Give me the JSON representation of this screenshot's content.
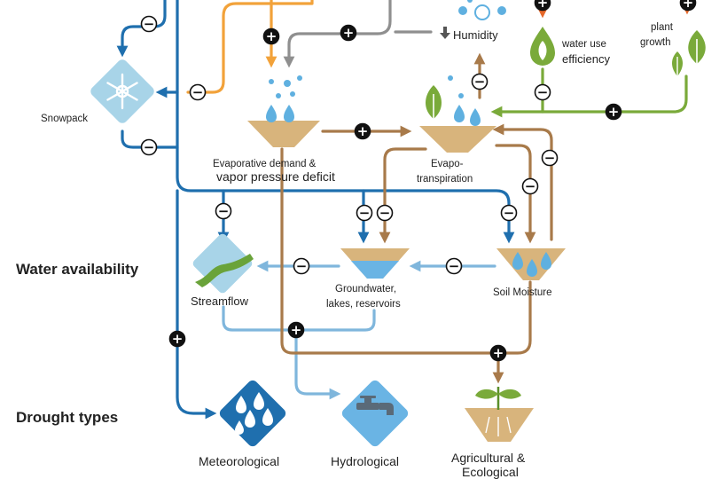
{
  "colors": {
    "blue": "#1f6fae",
    "light_blue": "#7fb6dc",
    "orange": "#f2a23a",
    "gray": "#8f8f8f",
    "brown": "#a87a4a",
    "green": "#7aaa3a",
    "dark_orange": "#e6682a",
    "tan": "#d8b47c",
    "water": "#2f8fce"
  },
  "sections": {
    "water_availability": "Water availability",
    "drought_types": "Drought types"
  },
  "nodes": {
    "snowpack": "Snowpack",
    "humidity": "Humidity",
    "water_use_1": "water use",
    "water_use_2": "efficiency",
    "plant_growth_1": "plant",
    "plant_growth_2": "growth",
    "evap_demand_1": "Evaporative demand &",
    "evap_demand_2": "vapor pressure deficit",
    "et_1": "Evapo-",
    "et_2": "transpiration",
    "streamflow": "Streamflow",
    "groundwater_1": "Groundwater,",
    "groundwater_2": "lakes, reservoirs",
    "soil_moisture": "Soil Moisture"
  },
  "drought_types": {
    "meteorological": "Meteorological",
    "hydrological": "Hydrological",
    "agricultural_1": "Agricultural &",
    "agricultural_2": "Ecological"
  },
  "signs": {
    "plus": "+",
    "minus": "−"
  },
  "icons": [
    "snowflake-icon",
    "rain-icon",
    "faucet-icon",
    "seedling-icon",
    "leaf-icon",
    "water-drop-icon",
    "stream-icon"
  ]
}
